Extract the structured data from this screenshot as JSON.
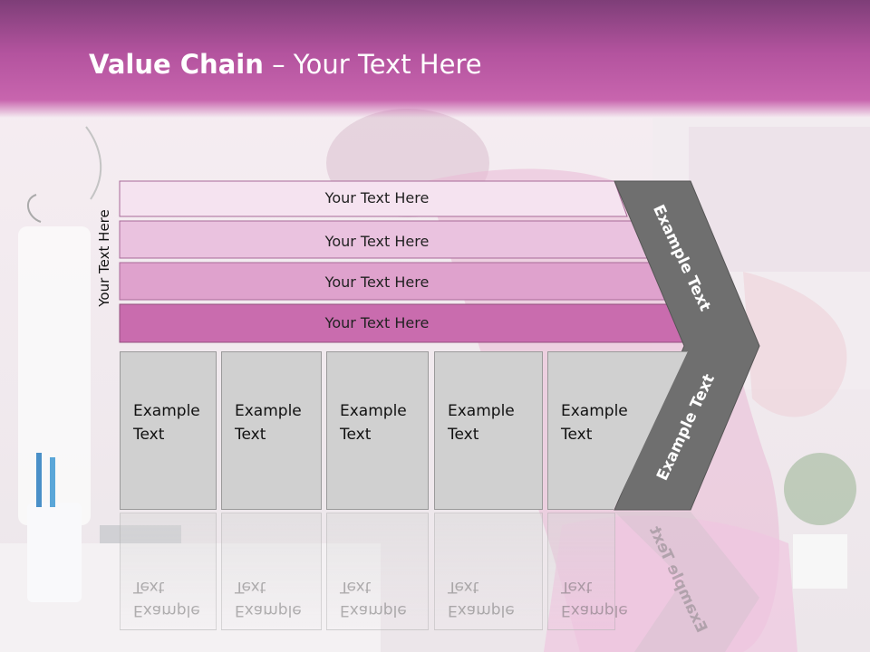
{
  "title": {
    "bold": "Value Chain",
    "rest": " – Your Text Here"
  },
  "side_label": "Your Text Here",
  "bars": [
    {
      "label": "Your Text Here",
      "color": "#f5e3f0"
    },
    {
      "label": "Your Text Here",
      "color": "#eac2df"
    },
    {
      "label": "Your Text Here",
      "color": "#dfa2cd"
    },
    {
      "label": "Your Text Here",
      "color": "#c96cae"
    }
  ],
  "boxes": [
    {
      "line1": "Example",
      "line2": "Text"
    },
    {
      "line1": "Example",
      "line2": "Text"
    },
    {
      "line1": "Example",
      "line2": "Text"
    },
    {
      "line1": "Example",
      "line2": "Text"
    },
    {
      "line1": "Example",
      "line2": "Text"
    }
  ],
  "arrow": {
    "upper": "Example Text",
    "lower": "Example Text",
    "color": "#6f6f6f"
  },
  "colors": {
    "header": "#b3539e",
    "box": "#d0d0d0"
  }
}
